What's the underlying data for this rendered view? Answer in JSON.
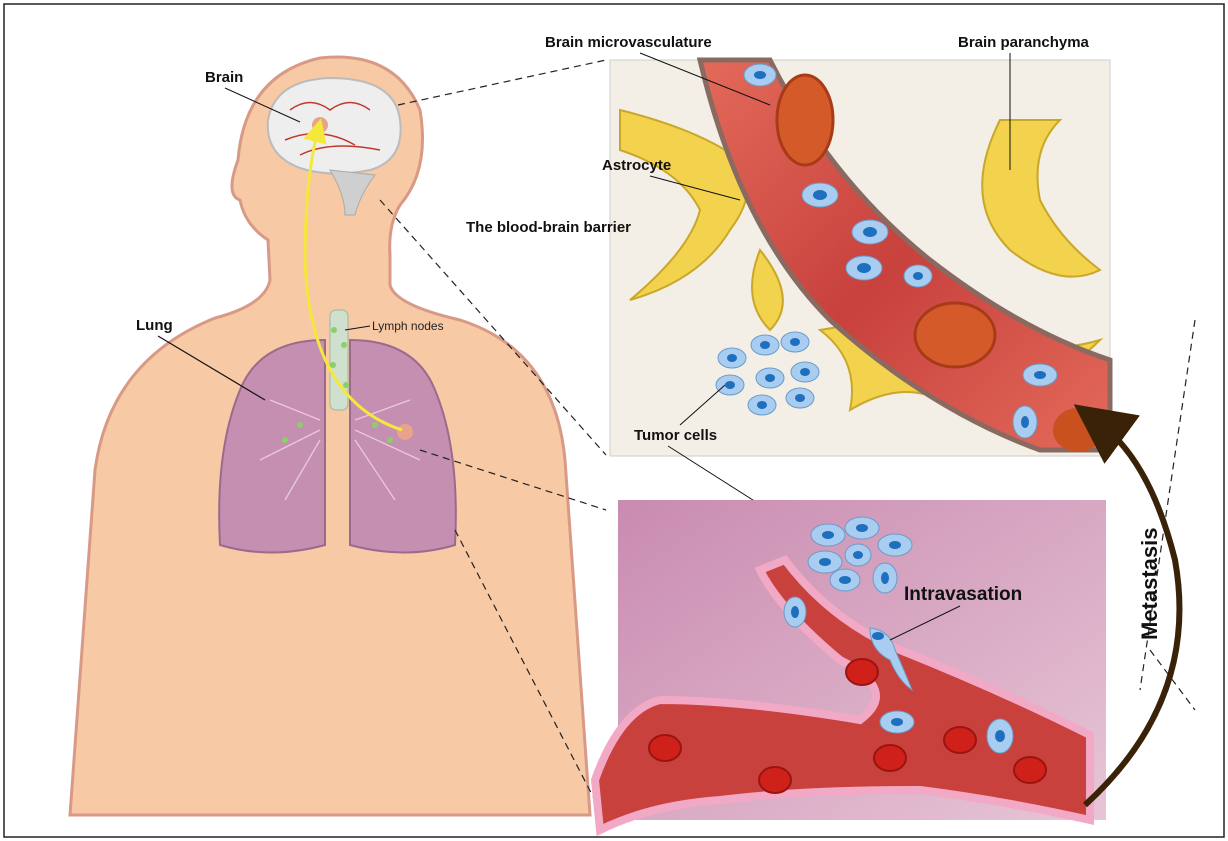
{
  "labels": {
    "brain": "Brain",
    "lung": "Lung",
    "lymph_nodes": "Lymph nodes",
    "brain_microvasculature": "Brain microvasculature",
    "brain_parenchyma": "Brain paranchyma",
    "astrocyte": "Astrocyte",
    "blood_brain_barrier": "The blood-brain barrier",
    "tumor_cells": "Tumor cells",
    "intravasation": "Intravasation",
    "metastasis": "Metastasis"
  },
  "colors": {
    "skin": "#f7c9a5",
    "skin_outline": "#d89a86",
    "lung": "#c58fb2",
    "vessel": "#c8413d",
    "astrocyte": "#f3d24d",
    "tumor_cell": "#a9cdf0",
    "nucleus": "#1f6fbf",
    "rbc": "#d12a22",
    "metastasis_arrow": "#3a2208",
    "pathway_arrow": "#f4e83b"
  }
}
